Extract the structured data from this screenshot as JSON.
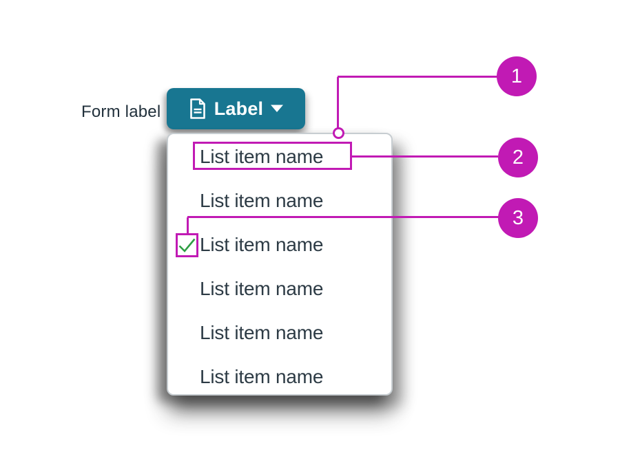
{
  "form_label": "Form label",
  "button": {
    "label": "Label",
    "icon": "document",
    "caret": "caret-down",
    "background": "#187691"
  },
  "menu": {
    "items": [
      {
        "label": "List item name",
        "checked": false
      },
      {
        "label": "List item name",
        "checked": false
      },
      {
        "label": "List item name",
        "checked": true
      },
      {
        "label": "List item name",
        "checked": false
      },
      {
        "label": "List item name",
        "checked": false
      },
      {
        "label": "List item name",
        "checked": false
      }
    ]
  },
  "annotations": {
    "callouts": [
      {
        "number": "1",
        "target": "menu-container-top-edge"
      },
      {
        "number": "2",
        "target": "first-list-item"
      },
      {
        "number": "3",
        "target": "checked-item-checkmark"
      }
    ]
  },
  "colors": {
    "button_teal": "#187691",
    "annotation_magenta": "#C11AB4",
    "check_green": "#2E9E44",
    "menu_border": "#C7CDD1",
    "item_text": "#2D3B45",
    "form_label_text": "#22313C"
  }
}
